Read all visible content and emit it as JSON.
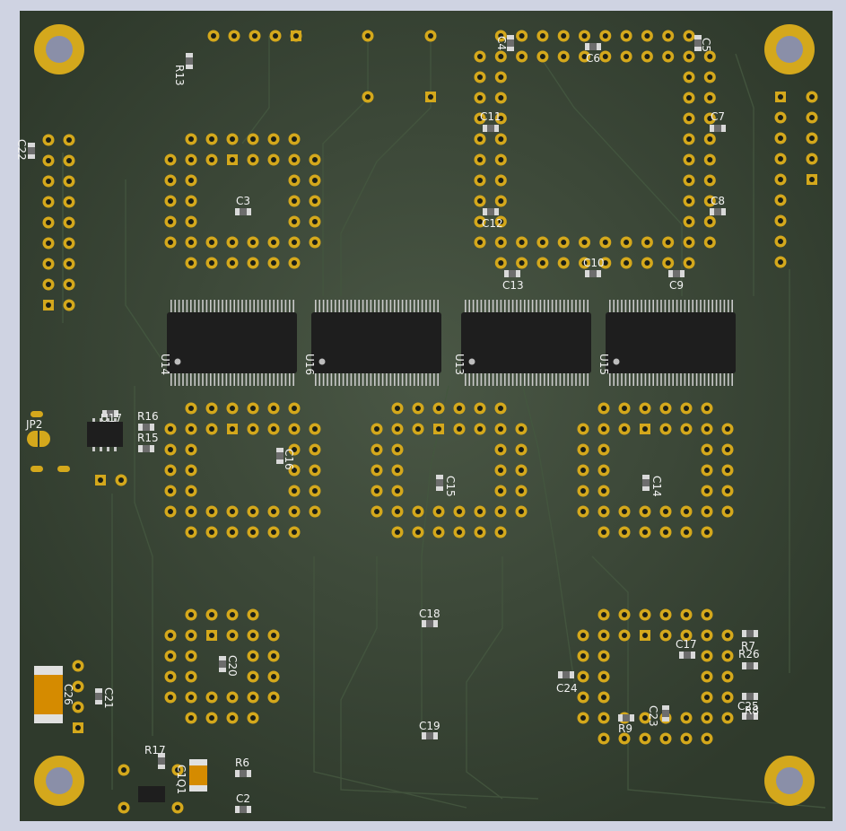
{
  "board": {
    "colors": {
      "background": "#cfd3e2",
      "solder_mask": "#2f3a2c",
      "mask_light": "#3a4636",
      "trace": "#40513d",
      "pad_gold": "#d4a81c",
      "hole": "#1b1f17",
      "chip_body": "#1e1e1e",
      "silk": "#f2f2f2"
    },
    "mounting_holes": 4,
    "ics": [
      {
        "ref": "U14"
      },
      {
        "ref": "U16"
      },
      {
        "ref": "U13"
      },
      {
        "ref": "U15"
      }
    ],
    "labels": [
      "R13",
      "C22",
      "C3",
      "C4",
      "C5",
      "C6",
      "C11",
      "C7",
      "C12",
      "C8",
      "C13",
      "C10",
      "C9",
      "JP2",
      "U17",
      "R16",
      "R15",
      "C16",
      "C15",
      "C14",
      "C18",
      "C20",
      "C17",
      "R7",
      "R26",
      "C24",
      "C23",
      "C25",
      "R8",
      "R9",
      "C19",
      "C21",
      "C26",
      "R17",
      "C1",
      "Q1",
      "R6",
      "C2"
    ]
  }
}
